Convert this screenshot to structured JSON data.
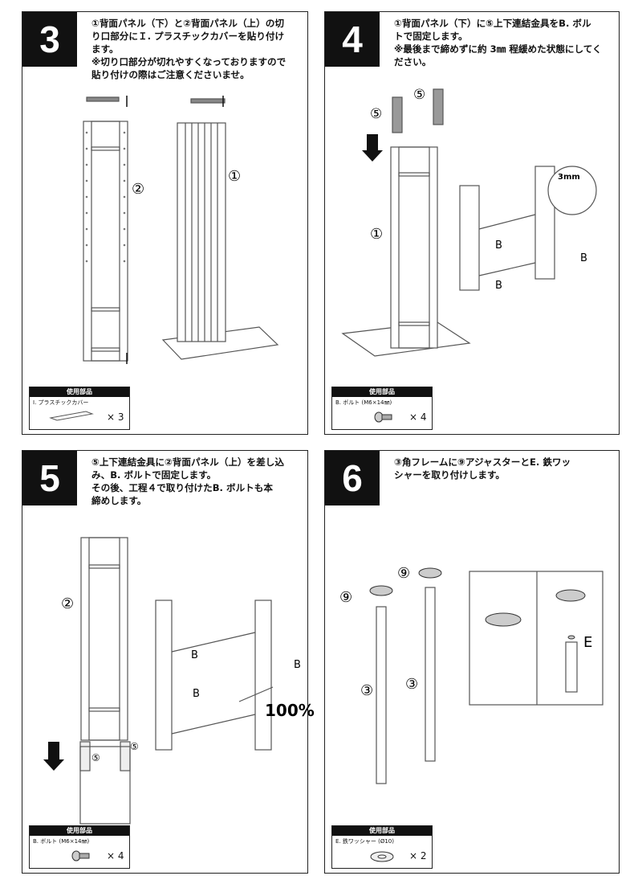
{
  "steps": [
    {
      "number": "3",
      "text": "①背面パネル（下）と②背面パネル（上）の切\n り口部分にＩ. プラスチックカバーを貼り付け\nます。\n※切り口部分が切れやすくなっておりますので\n 貼り付けの際はご注意くださいませ。",
      "labels": {
        "a": "②",
        "b": "①"
      },
      "parts": {
        "header": "使用部品",
        "name": "I. プラスチックカバー",
        "qty": "× 3",
        "icon": "plastic-cover-icon"
      }
    },
    {
      "number": "4",
      "text": "①背面パネル（下）に⑤上下連結金具をB. ボル\n トで固定します。\n※最後まで締めずに約 3㎜ 程緩めた状態にしてく\n ださい。",
      "labels": {
        "fitting_a": "⑤",
        "fitting_b": "⑤",
        "panel": "①",
        "bolt1": "B",
        "bolt2": "B",
        "bolt3": "B",
        "detail": "3mm"
      },
      "parts": {
        "header": "使用部品",
        "name": "B. ボルト (M6×14㎜)",
        "qty": "× 4",
        "icon": "bolt-icon"
      }
    },
    {
      "number": "5",
      "text": "⑤上下連結金具に②背面パネル（上）を差し込\nみ、B. ボルトで固定します。\nその後、工程４で取り付けたB. ボルトも本\n締めします。",
      "labels": {
        "panel": "②",
        "fitting_a": "⑤",
        "fitting_b": "⑤",
        "bolt1": "B",
        "bolt2": "B",
        "bolt3": "B",
        "percent": "100%"
      },
      "parts": {
        "header": "使用部品",
        "name": "B. ボルト (M6×14㎜)",
        "qty": "× 4",
        "icon": "bolt-icon"
      }
    },
    {
      "number": "6",
      "text": "③角フレームに⑨アジャスターとE. 鉄ワッ\n シャーを取り付けします。",
      "labels": {
        "adj_a": "⑨",
        "adj_b": "⑨",
        "frame_a": "③",
        "frame_b": "③",
        "washer": "E"
      },
      "parts": {
        "header": "使用部品",
        "name": "E. 鉄ワッシャー (Ø10)",
        "qty": "× 2",
        "icon": "washer-icon"
      }
    }
  ]
}
